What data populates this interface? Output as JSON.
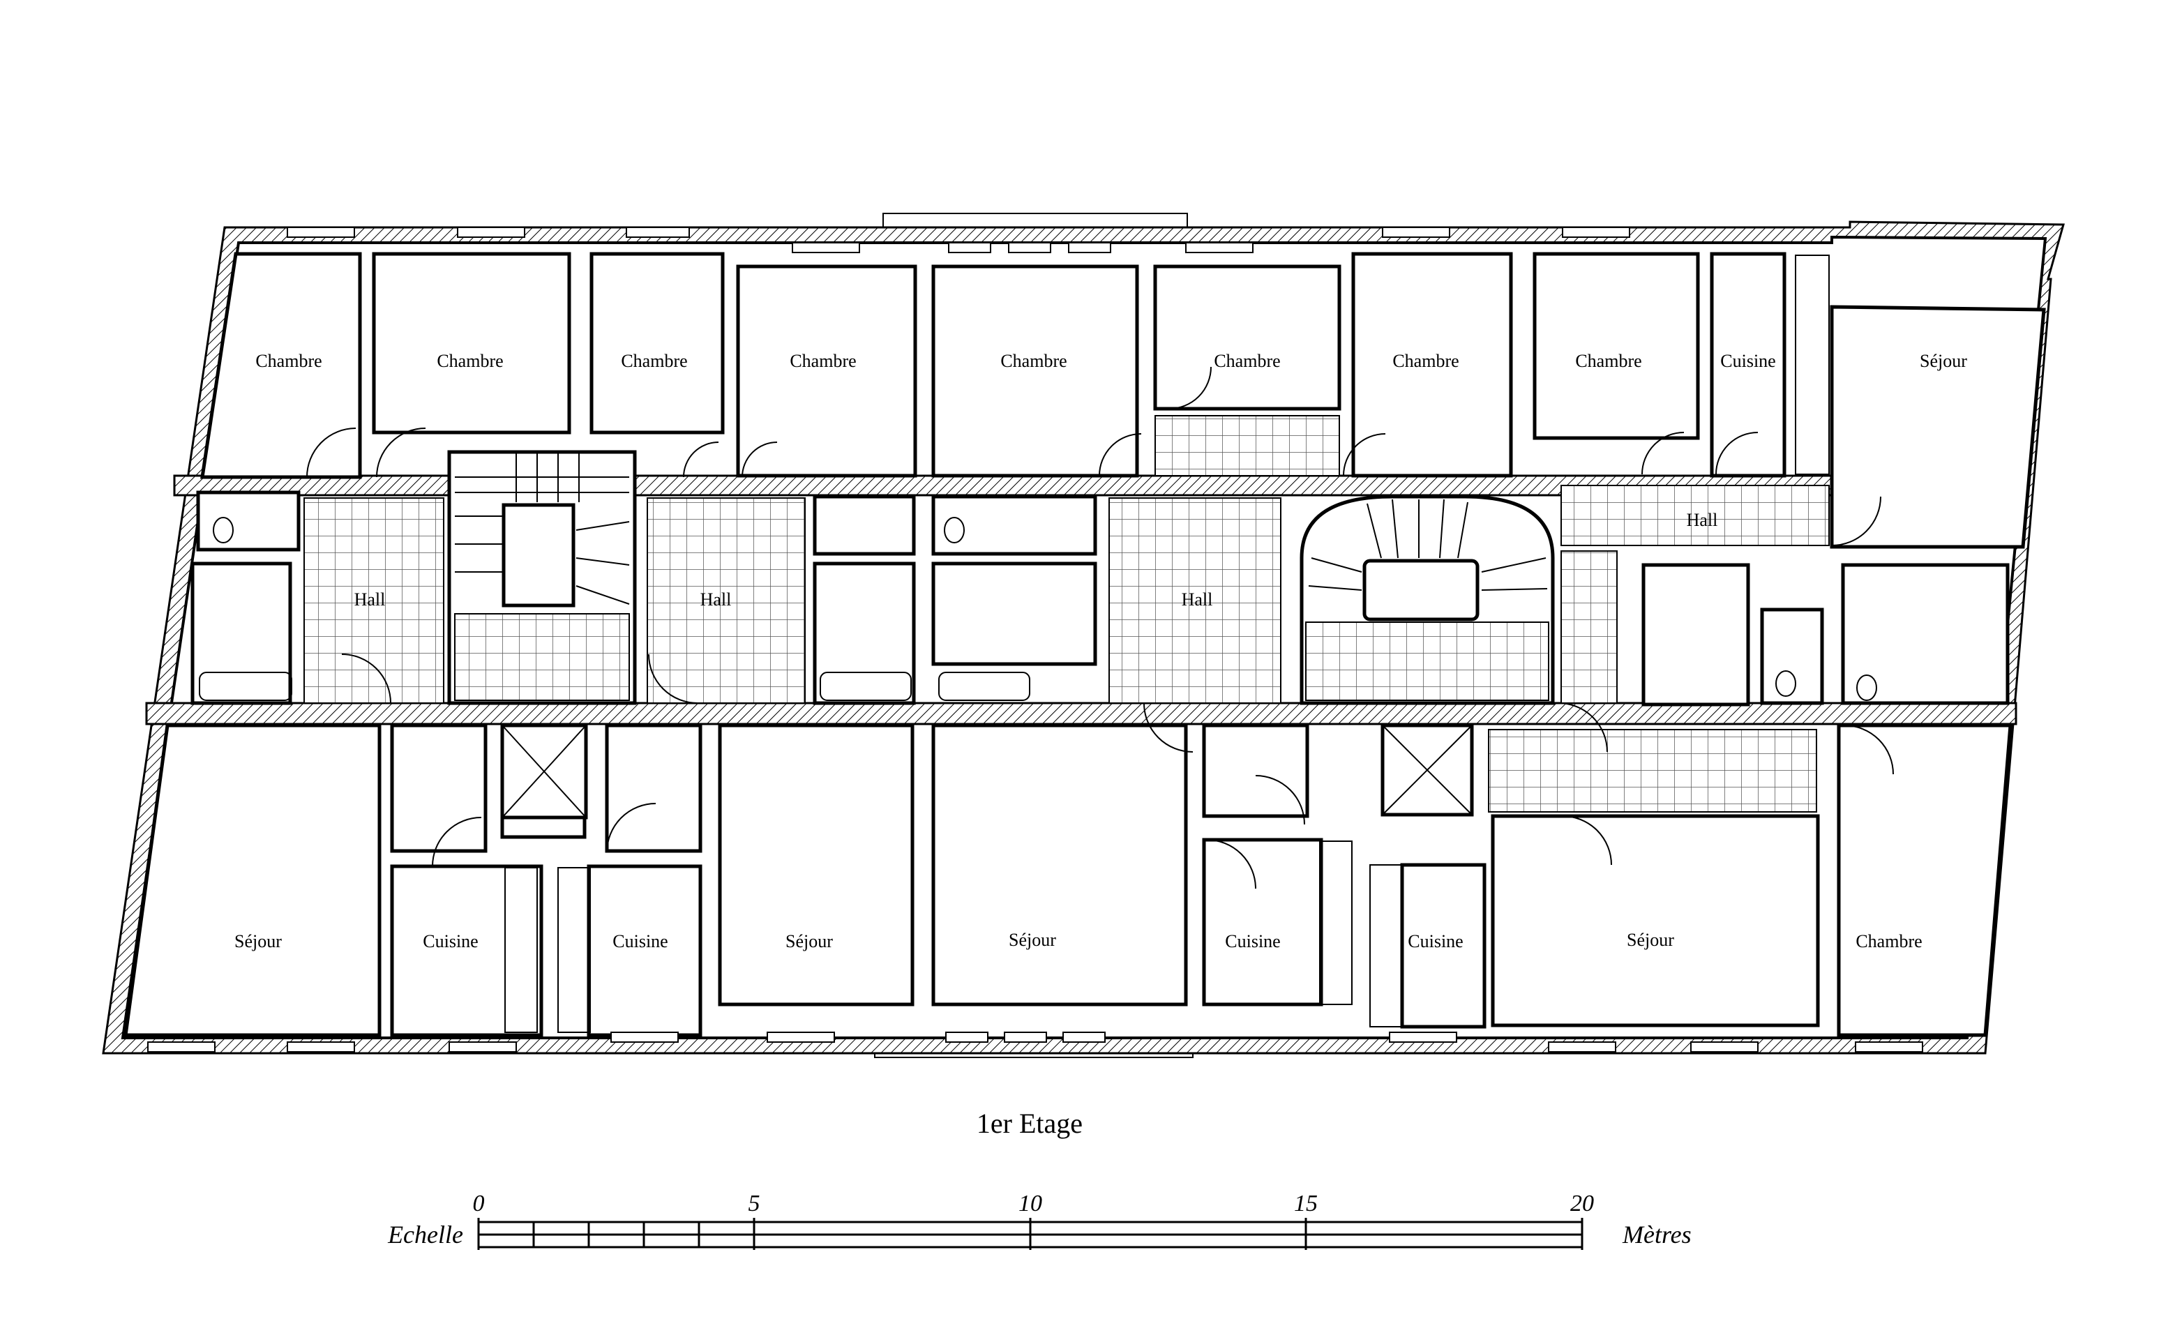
{
  "title": "1er Etage",
  "rooms": {
    "top": [
      "Chambre",
      "Chambre",
      "Chambre",
      "Chambre",
      "Chambre",
      "Chambre",
      "Chambre",
      "Chambre",
      "Cuisine",
      "Séjour"
    ],
    "middle": [
      "Hall",
      "Hall",
      "Hall",
      "Hall"
    ],
    "bottom": [
      "Séjour",
      "Cuisine",
      "Cuisine",
      "Séjour",
      "Séjour",
      "Cuisine",
      "Cuisine",
      "Séjour",
      "Chambre"
    ]
  },
  "scale": {
    "word": "Echelle",
    "unit": "Mètres",
    "ticks": [
      "0",
      "5",
      "10",
      "15",
      "20"
    ]
  }
}
